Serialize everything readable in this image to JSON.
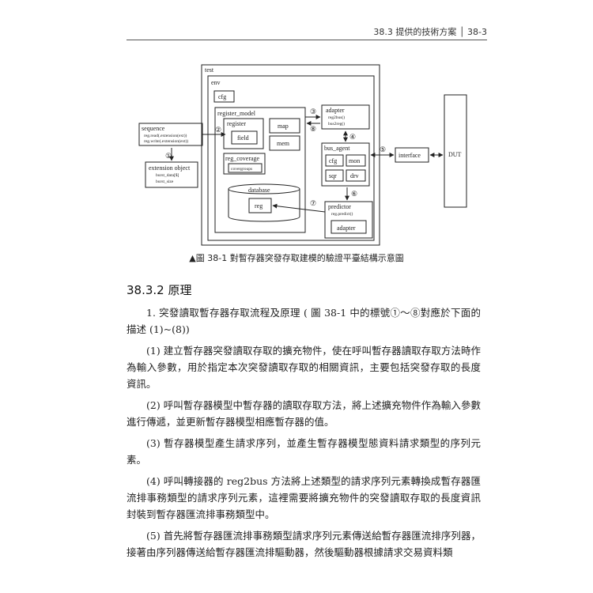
{
  "header": {
    "text": "38.3  提供的技術方案 │  38-3"
  },
  "diagram": {
    "test": "test",
    "env": "env",
    "cfg": "cfg",
    "register_model": "register_model",
    "register": "register",
    "field": "field",
    "map": "map",
    "mem": "mem",
    "reg_coverage": "reg_coverage",
    "covergroups": "covergroups",
    "database": "database",
    "reg": "reg",
    "sequence": "sequence",
    "seq_line1": "reg.read(.extension(ext))",
    "seq_line2": "reg.write(.extension(ext))",
    "extension_object": "extension object",
    "ext_line1": "burst_data[$]",
    "ext_line2": "burst_size",
    "adapter": "adapter",
    "adapter_line1": "reg2bus()",
    "adapter_line2": "bus2reg()",
    "bus_agent": "bus_agent",
    "agent_cfg": "cfg",
    "mon": "mon",
    "sqr": "sqr",
    "drv": "drv",
    "predictor": "predictor",
    "predictor_line1": "reg.predict()",
    "predictor_adapter": "adapter",
    "interface": "interface",
    "dut": "DUT",
    "m1": "①",
    "m2": "②",
    "m3": "③",
    "m4": "④",
    "m5": "⑤",
    "m6": "⑥",
    "m7": "⑦",
    "m8": "⑧"
  },
  "caption": "▲圖 38-1  對暫存器突發存取建模的驗證平臺結構示意圖",
  "section_title": "38.3.2  原理",
  "paragraphs": [
    "1. 突發讀取暫存器存取流程及原理 ( 圖 38-1 中的標號①～⑧對應於下面的描述 (1)~(8))",
    "(1) 建立暫存器突發讀取存取的擴充物件，使在呼叫暫存器讀取存取方法時作為輸入參數，用於指定本次突發讀取存取的相關資訊，主要包括突發存取的長度資訊。",
    "(2) 呼叫暫存器模型中暫存器的讀取存取方法，將上述擴充物件作為輸入參數進行傳遞，並更新暫存器模型相應暫存器的值。",
    "(3) 暫存器模型產生請求序列，並產生暫存器模型態資料請求類型的序列元素。",
    "(4) 呼叫轉接器的 reg2bus 方法將上述類型的請求序列元素轉換成暫存器匯流排事務類型的請求序列元素，這裡需要將擴充物件的突發讀取存取的長度資訊封裝到暫存器匯流排事務類型中。",
    "(5) 首先將暫存器匯流排事務類型請求序列元素傳送給暫存器匯流排序列器，接著由序列器傳送給暫存器匯流排驅動器，然後驅動器根據請求交易資料類"
  ]
}
